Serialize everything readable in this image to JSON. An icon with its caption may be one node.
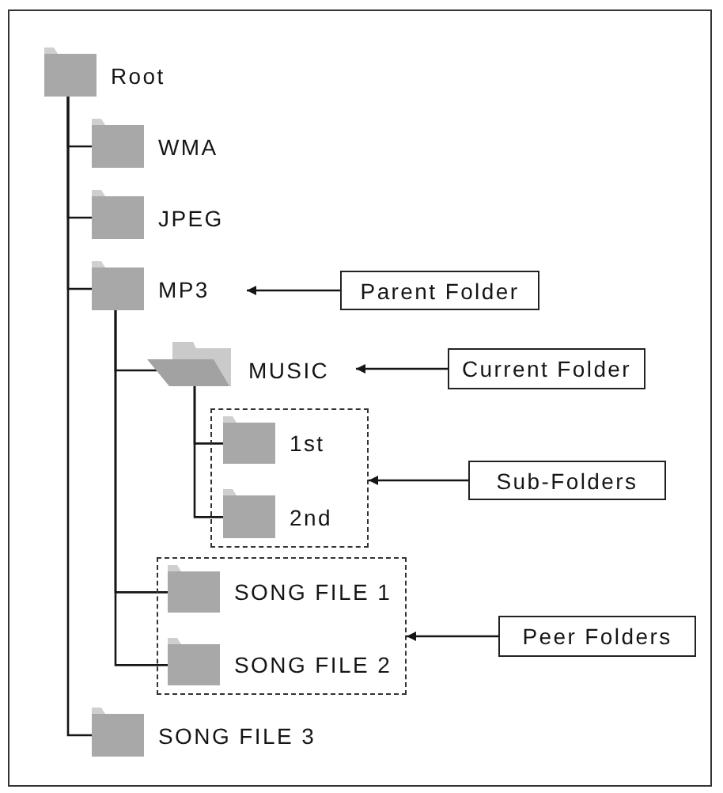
{
  "diagram": {
    "nodes": [
      {
        "text": [
          "Root"
        ]
      },
      {
        "text": [
          "WMA"
        ]
      },
      {
        "text": [
          "JPEG"
        ]
      },
      {
        "text": [
          "MP3"
        ]
      },
      {
        "text": [
          "Parent Folder"
        ]
      },
      {
        "text": [
          "MUSIC"
        ]
      },
      {
        "text": [
          "Current Folder"
        ]
      },
      {
        "text": [],
        "shape": "box"
      },
      {
        "text": [
          "1st"
        ],
        "in": 7
      },
      {
        "text": [
          "2nd"
        ],
        "in": 7
      },
      {
        "text": [
          "Sub-Folders"
        ]
      },
      {
        "text": [],
        "shape": "box"
      },
      {
        "text": [
          "SONG FILE 1"
        ],
        "in": 11
      },
      {
        "text": [
          "SONG FILE 2"
        ],
        "in": 11
      },
      {
        "text": [
          "Peer Folders"
        ]
      },
      {
        "text": [
          "SONG FILE 3"
        ]
      }
    ],
    "edges": [
      {
        "from": 0,
        "to": 1,
        "arrow": "none"
      },
      {
        "from": 0,
        "to": 2,
        "arrow": "none"
      },
      {
        "from": 0,
        "to": 3,
        "arrow": "none"
      },
      {
        "from": 0,
        "to": 15,
        "arrow": "none"
      },
      {
        "from": 3,
        "to": 5,
        "arrow": "none"
      },
      {
        "from": 3,
        "to": 12,
        "arrow": "none"
      },
      {
        "from": 3,
        "to": 13,
        "arrow": "none"
      },
      {
        "from": 5,
        "to": 8,
        "arrow": "none"
      },
      {
        "from": 5,
        "to": 9,
        "arrow": "none"
      },
      {
        "from": 4,
        "to": 3,
        "arrow": "to"
      },
      {
        "from": 6,
        "to": 5,
        "arrow": "to"
      },
      {
        "from": 10,
        "to": 7,
        "arrow": "to"
      },
      {
        "from": 14,
        "to": 11,
        "arrow": "to"
      }
    ]
  }
}
